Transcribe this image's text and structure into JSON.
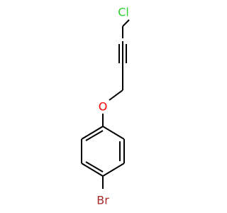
{
  "molecule": {
    "atoms": {
      "chlorine": {
        "label": "Cl",
        "color": "#2bd12b"
      },
      "oxygen": {
        "label": "O",
        "color": "#ff0000"
      },
      "bromine": {
        "label": "Br",
        "color": "#a52a2a"
      }
    },
    "bond_color": "#000000"
  }
}
